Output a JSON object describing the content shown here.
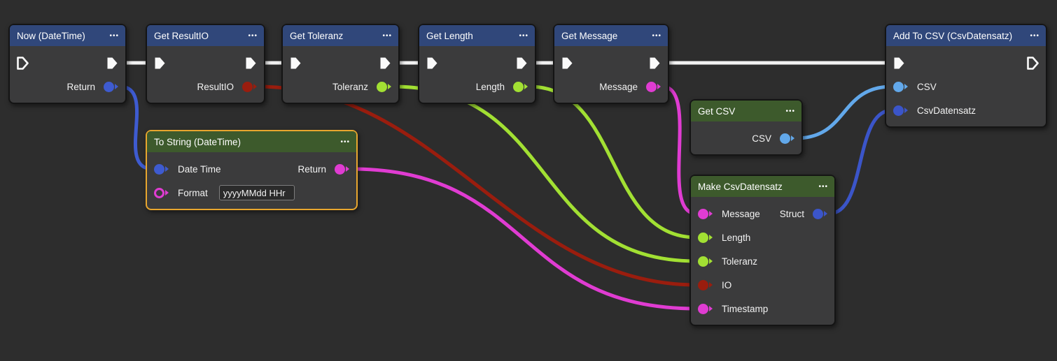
{
  "ui": {
    "menu_icon": "•••"
  },
  "colors": {
    "background": "#2d2d2d",
    "node_body": "#3b3b3c",
    "header_blue": "#30477a",
    "header_green": "#3d5a2c",
    "selection_border": "#e8a62e",
    "exec_wire": "#f2f2f2",
    "pin_blue": "#3e5bd0",
    "pin_dark_red": "#9a1d0e",
    "pin_lime": "#a2e033",
    "pin_magenta": "#e03cd2",
    "pin_light_blue": "#62a8ea",
    "pin_struct_blue": "#3b55c9"
  },
  "nodes": [
    {
      "id": "now",
      "title": "Now (DateTime)",
      "header": "blue",
      "selected": false,
      "exec": {
        "in": false,
        "out": true
      },
      "inputs": [],
      "outputs": [
        {
          "id": "return",
          "label": "Return",
          "color": "#3e5bd0",
          "filled": true
        }
      ]
    },
    {
      "id": "get-resultio",
      "title": "Get ResultIO",
      "header": "blue",
      "selected": false,
      "exec": {
        "in": true,
        "out": true
      },
      "inputs": [],
      "outputs": [
        {
          "id": "resultio",
          "label": "ResultIO",
          "color": "#9a1d0e",
          "filled": true
        }
      ]
    },
    {
      "id": "get-toleranz",
      "title": "Get Toleranz",
      "header": "blue",
      "selected": false,
      "exec": {
        "in": true,
        "out": true
      },
      "inputs": [],
      "outputs": [
        {
          "id": "toleranz",
          "label": "Toleranz",
          "color": "#a2e033",
          "filled": true
        }
      ]
    },
    {
      "id": "get-length",
      "title": "Get Length",
      "header": "blue",
      "selected": false,
      "exec": {
        "in": true,
        "out": true
      },
      "inputs": [],
      "outputs": [
        {
          "id": "length",
          "label": "Length",
          "color": "#a2e033",
          "filled": true
        }
      ]
    },
    {
      "id": "get-message",
      "title": "Get Message",
      "header": "blue",
      "selected": false,
      "exec": {
        "in": true,
        "out": true
      },
      "inputs": [],
      "outputs": [
        {
          "id": "message",
          "label": "Message",
          "color": "#e03cd2",
          "filled": true
        }
      ]
    },
    {
      "id": "get-csv",
      "title": "Get CSV",
      "header": "green",
      "selected": false,
      "inputs": [],
      "outputs": [
        {
          "id": "csv",
          "label": "CSV",
          "color": "#62a8ea",
          "filled": true
        }
      ]
    },
    {
      "id": "to-string",
      "title": "To String (DateTime)",
      "header": "green",
      "selected": true,
      "inputs": [
        {
          "id": "date-time",
          "label": "Date Time",
          "color": "#3e5bd0",
          "filled": true
        },
        {
          "id": "format",
          "label": "Format",
          "color": "#e03cd2",
          "filled": false,
          "value": "yyyyMMdd HHr"
        }
      ],
      "outputs": [
        {
          "id": "return",
          "label": "Return",
          "color": "#e03cd2",
          "filled": true
        }
      ]
    },
    {
      "id": "make-csvdatensatz",
      "title": "Make CsvDatensatz",
      "header": "green",
      "selected": false,
      "inputs": [
        {
          "id": "message",
          "label": "Message",
          "color": "#e03cd2",
          "filled": true
        },
        {
          "id": "length",
          "label": "Length",
          "color": "#a2e033",
          "filled": true
        },
        {
          "id": "toleranz",
          "label": "Toleranz",
          "color": "#a2e033",
          "filled": true
        },
        {
          "id": "io",
          "label": "IO",
          "color": "#9a1d0e",
          "filled": true
        },
        {
          "id": "timestamp",
          "label": "Timestamp",
          "color": "#e03cd2",
          "filled": true
        }
      ],
      "outputs": [
        {
          "id": "struct",
          "label": "Struct",
          "color": "#3b55c9",
          "filled": true
        }
      ]
    },
    {
      "id": "add-to-csv",
      "title": "Add To CSV (CsvDatensatz)",
      "header": "blue",
      "selected": false,
      "exec": {
        "in": true,
        "out": false
      },
      "inputs": [
        {
          "id": "csv",
          "label": "CSV",
          "color": "#62a8ea",
          "filled": true
        },
        {
          "id": "csvdatensatz",
          "label": "CsvDatensatz",
          "color": "#3b55c9",
          "filled": true
        }
      ],
      "outputs": []
    }
  ],
  "edges": [
    {
      "from": "now:exec-out",
      "to": "get-resultio:exec-in",
      "type": "exec"
    },
    {
      "from": "get-resultio:exec-out",
      "to": "get-toleranz:exec-in",
      "type": "exec"
    },
    {
      "from": "get-toleranz:exec-out",
      "to": "get-length:exec-in",
      "type": "exec"
    },
    {
      "from": "get-length:exec-out",
      "to": "get-message:exec-in",
      "type": "exec"
    },
    {
      "from": "get-message:exec-out",
      "to": "add-to-csv:exec-in",
      "type": "exec"
    },
    {
      "from": "now:return",
      "to": "to-string:date-time",
      "type": "data"
    },
    {
      "from": "get-resultio:resultio",
      "to": "make-csvdatensatz:io",
      "type": "data"
    },
    {
      "from": "get-toleranz:toleranz",
      "to": "make-csvdatensatz:toleranz",
      "type": "data"
    },
    {
      "from": "get-length:length",
      "to": "make-csvdatensatz:length",
      "type": "data"
    },
    {
      "from": "get-message:message",
      "to": "make-csvdatensatz:message",
      "type": "data"
    },
    {
      "from": "to-string:return",
      "to": "make-csvdatensatz:timestamp",
      "type": "data"
    },
    {
      "from": "get-csv:csv",
      "to": "add-to-csv:csv",
      "type": "data"
    },
    {
      "from": "make-csvdatensatz:struct",
      "to": "add-to-csv:csvdatensatz",
      "type": "data"
    }
  ]
}
